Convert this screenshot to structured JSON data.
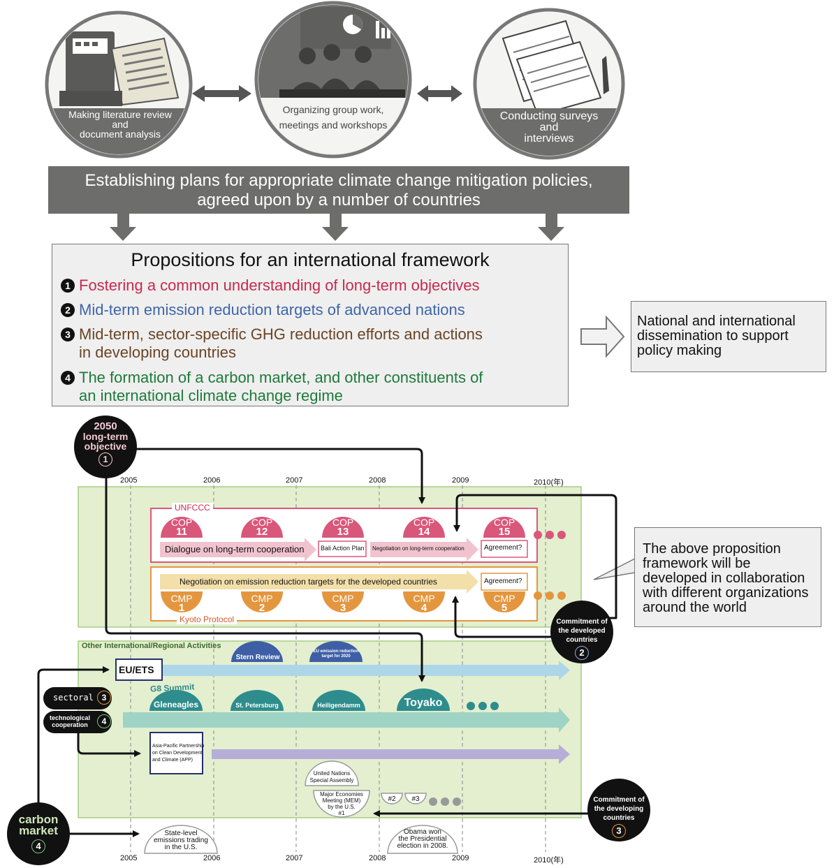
{
  "top_methods": [
    {
      "label_lines": [
        "Making literature review",
        "and",
        "document analysis"
      ]
    },
    {
      "label_lines": [
        "Organizing group work,",
        "meetings and workshops"
      ]
    },
    {
      "label_lines": [
        "Conducting surveys",
        "and",
        "interviews"
      ]
    }
  ],
  "plan": {
    "lines": [
      "Establishing plans for appropriate climate change mitigation policies,",
      "agreed upon by a number of countries"
    ]
  },
  "propositions": {
    "title": "Propositions for an international framework",
    "items": [
      {
        "num": "1",
        "lines": [
          "Fostering a common understanding of long-term objectives"
        ],
        "color": "#c8294f"
      },
      {
        "num": "2",
        "lines": [
          "Mid-term emission reduction targets of advanced nations"
        ],
        "color": "#3f66a8"
      },
      {
        "num": "3",
        "lines": [
          "Mid-term, sector-specific GHG reduction efforts and actions",
          "in developing countries"
        ],
        "color": "#6b4424"
      },
      {
        "num": "4",
        "lines": [
          "The formation of a carbon market, and other constituents of",
          "an international climate change regime"
        ],
        "color": "#1e7a3a"
      }
    ]
  },
  "dissemination": {
    "lines": [
      "National and international",
      "dissemination to support",
      "policy making"
    ]
  },
  "collaboration": {
    "lines": [
      "The above proposition",
      "framework will be",
      "developed in collaboration",
      "with different organizations",
      "around the world"
    ]
  },
  "timeline": {
    "years_top": [
      "2005",
      "2006",
      "2007",
      "2008",
      "2009",
      "2010(年)"
    ],
    "years_bottom": [
      "2005",
      "2006",
      "2007",
      "2008",
      "2009",
      "2010(年)"
    ],
    "unfccc_label": "UNFCCC",
    "kyoto_label": "Kyoto Protocol",
    "cops": [
      {
        "a": "COP",
        "b": "11"
      },
      {
        "a": "COP",
        "b": "12"
      },
      {
        "a": "COP",
        "b": "13"
      },
      {
        "a": "COP",
        "b": "14"
      },
      {
        "a": "COP",
        "b": "15"
      }
    ],
    "cmps": [
      {
        "a": "CMP",
        "b": "1"
      },
      {
        "a": "CMP",
        "b": "2"
      },
      {
        "a": "CMP",
        "b": "3"
      },
      {
        "a": "CMP",
        "b": "4"
      },
      {
        "a": "CMP",
        "b": "5"
      }
    ],
    "dialogue": "Dialogue on long-term cooperation",
    "bali": "Bali Action Plan",
    "negotiation_ltc": "Negotiation on long-term cooperation",
    "agreement1": "Agreement?",
    "agreement2": "Agreement?",
    "negotiation_targets": "Negotiation on emission reduction targets for the developed countries",
    "other_label": "Other International/Regional Activities",
    "stern": "Stern Review",
    "eu_target": [
      "EU emission reduction",
      "target for 2020"
    ],
    "euets": "EU/ETS",
    "g8": "G8 Summit",
    "g8_items": [
      "Gleneagles",
      "St. Petersburg",
      "Heiligendamm",
      "Toyako"
    ],
    "app": [
      "Asia-Pacific Partnership",
      "on Clean Development",
      "and Climate (APP)"
    ],
    "un_assembly": [
      "United Nations",
      "Special Assembly"
    ],
    "mem": [
      "Major Economies",
      "Meeting (MEM)",
      "by the U.S.",
      "#1"
    ],
    "mem2": "#2",
    "mem3": "#3",
    "obama": [
      "Obama won",
      "the Presidential",
      "election in 2008."
    ],
    "state_trading": [
      "State-level",
      "emissions trading",
      "in the U.S."
    ],
    "sectoral": "sectoral",
    "sectoral_num": "3",
    "tech": [
      "technological",
      "cooperation"
    ],
    "tech_num": "4"
  },
  "black_circles": {
    "longterm": {
      "lines": [
        "2050",
        "long-term",
        "objective"
      ],
      "num": "1"
    },
    "developed": {
      "lines": [
        "Commitment of",
        "the developed",
        "countries"
      ],
      "num": "2"
    },
    "developing": {
      "lines": [
        "Commitment of",
        "the developing",
        "countries"
      ],
      "num": "3"
    },
    "carbon": {
      "lines": [
        "carbon",
        "market"
      ],
      "num": "4"
    }
  },
  "colors": {
    "dark_gray": "#6d6d6b",
    "green_panel": "#e3efcf",
    "cop_pink": "#d9577a",
    "cmp_orange": "#e4963f",
    "teal": "#2e8c8c",
    "navy": "#3e5fa5"
  }
}
